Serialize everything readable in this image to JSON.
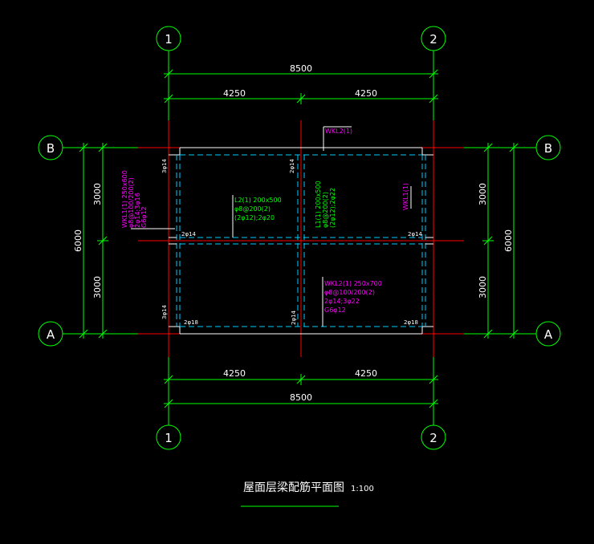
{
  "drawing": {
    "title": "屋面层梁配筋平面图",
    "scale": "1:100",
    "axes": {
      "col1": "1",
      "col2": "2",
      "rowA": "A",
      "rowB": "B"
    },
    "dims": {
      "top_total": "8500",
      "top_left": "4250",
      "top_right": "4250",
      "bot_total": "8500",
      "bot_left": "4250",
      "bot_right": "4250",
      "left_total": "6000",
      "left_upper": "3000",
      "left_lower": "3000",
      "right_total": "6000",
      "right_upper": "3000",
      "right_lower": "3000"
    },
    "beams": {
      "wkl2_top_tag": "WKL2(1)",
      "wkl1_right_tag": "WKL1(1)",
      "wkl1_left": [
        "WKL1(1) 250x600",
        "φ8@100/200(2)",
        "2φ14;3φ16",
        "G6φ12"
      ],
      "l2": [
        "L2(1) 200x500",
        "φ8@200(2)",
        "(2φ12);2φ20"
      ],
      "l1": [
        "L1(1) 200x500",
        "φ8@200(2)",
        "(2φ12);2φ22"
      ],
      "wkl2_lower": [
        "WKL2(1) 250x700",
        "φ8@100/200(2)",
        "2φ14;3φ22",
        "G6φ12"
      ]
    },
    "rebar": {
      "r1": "3φ14",
      "r2": "2φ14",
      "r3": "2φ14",
      "r4": "2φ14",
      "r5": "3φ14",
      "r6": "2φ18",
      "r7": "2φ14",
      "r8": "2φ18"
    }
  }
}
